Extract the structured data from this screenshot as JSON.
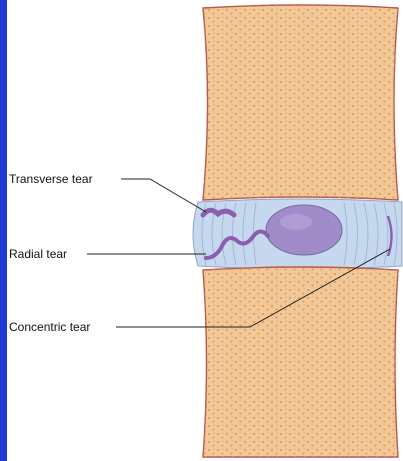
{
  "labels": {
    "transverse": "Transverse tear",
    "radial": "Radial tear",
    "concentric": "Concentric tear"
  },
  "colors": {
    "frame_border": "#1f3bd4",
    "bone_fill": "#f2c896",
    "bone_outline": "#b8584e",
    "bone_pore": "#d89a62",
    "disc_fill": "#c6d8ee",
    "disc_rings": "#9fb3d4",
    "nucleus": "#a08cc8",
    "tear": "#8a5fae",
    "leader_line": "#222222"
  }
}
